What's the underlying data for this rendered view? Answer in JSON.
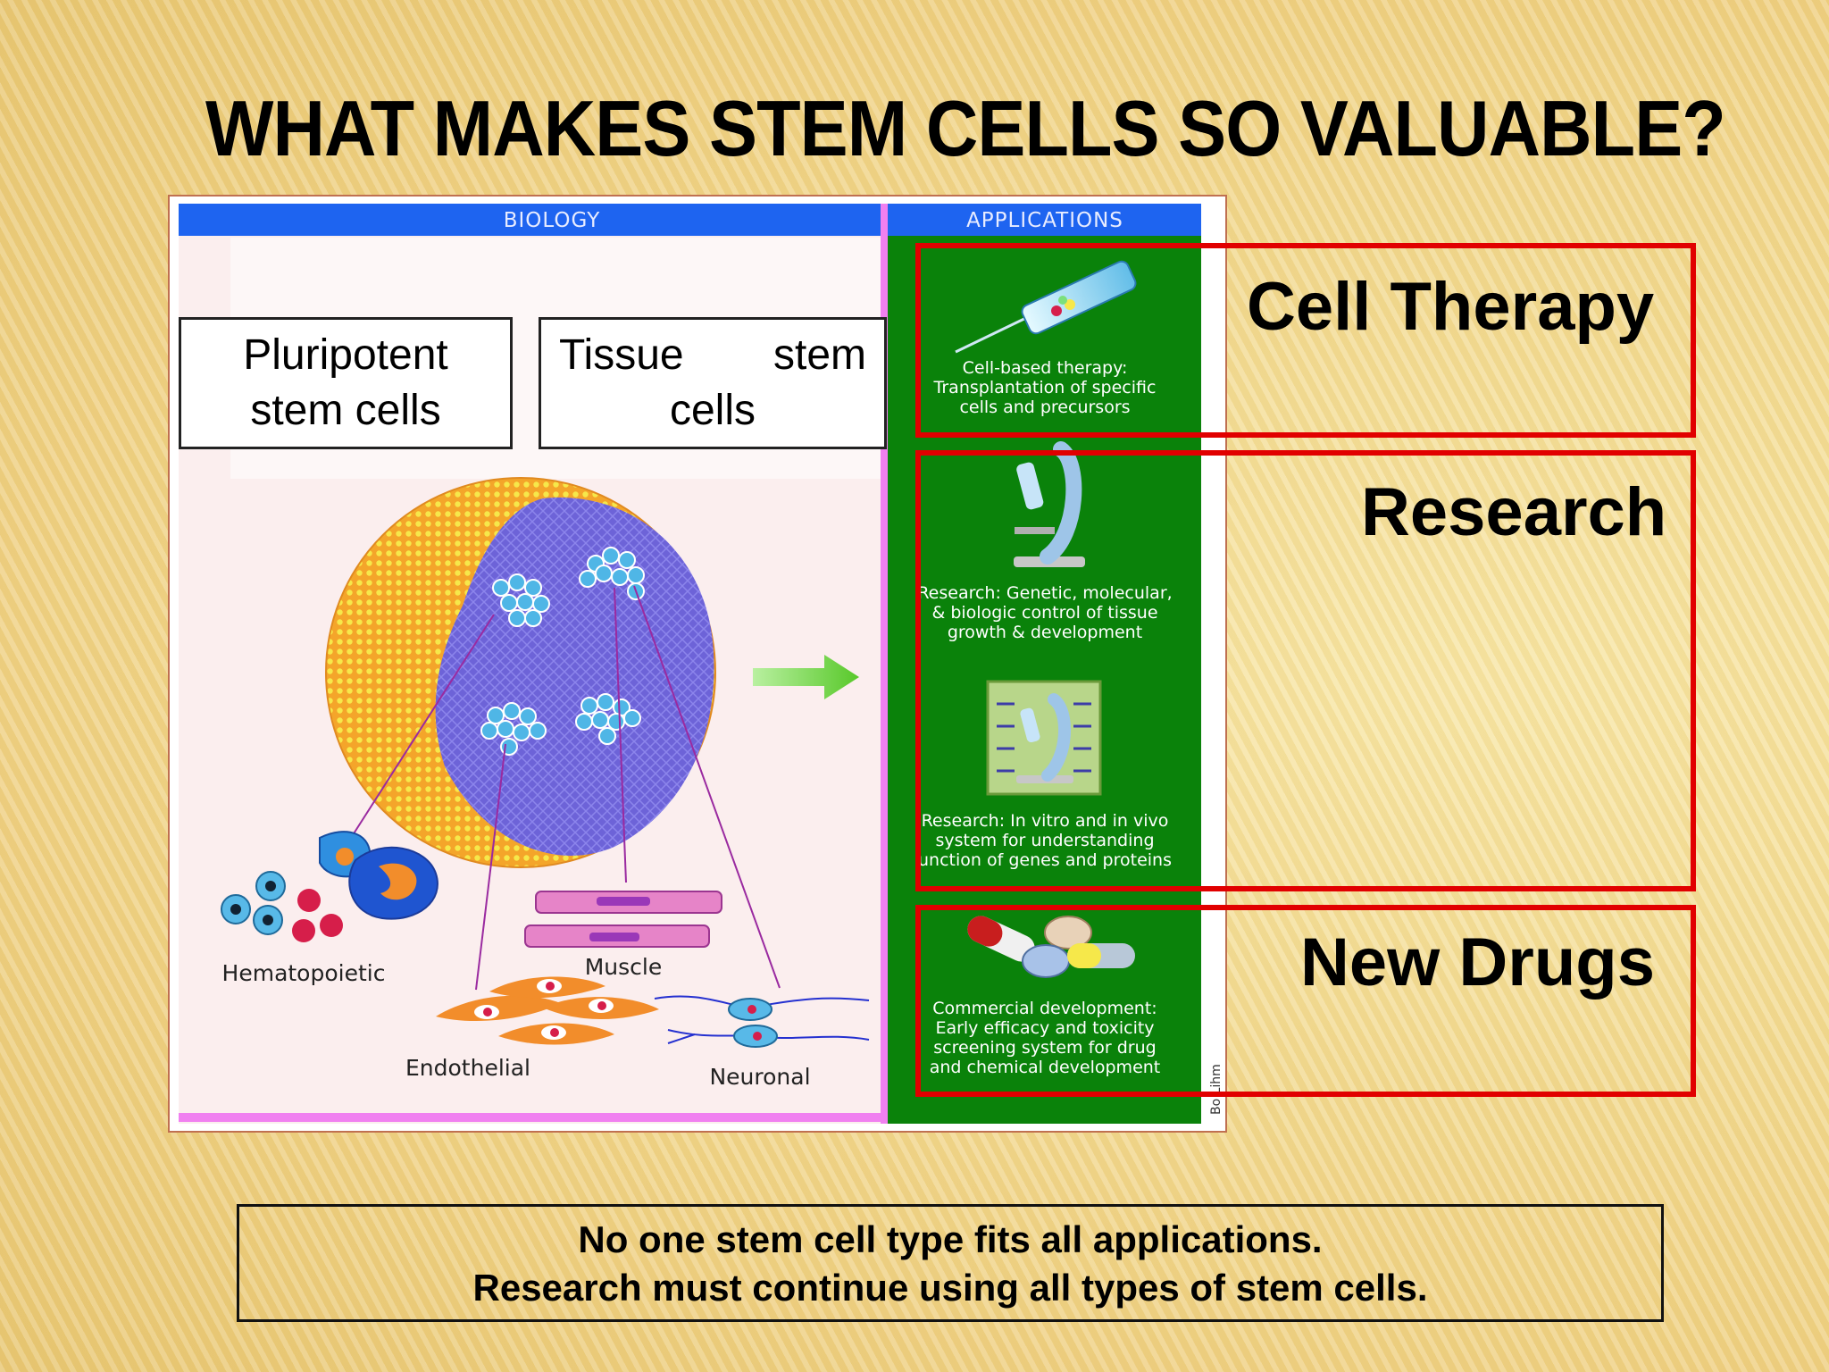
{
  "slide": {
    "title": "WHAT MAKES STEM CELLS SO VALUABLE?"
  },
  "figure": {
    "biology_header": "BIOLOGY",
    "applications_header": "APPLICATIONS",
    "cell_labels": {
      "hematopoietic": "Hematopoietic",
      "muscle": "Muscle",
      "endothelial": "Endothelial",
      "neuronal": "Neuronal"
    },
    "credit": "Bo Lihm",
    "applications": {
      "therapy_caption": [
        "Cell-based therapy:",
        "Transplantation of specific",
        "cells and precursors"
      ],
      "research1_caption": [
        "Research: Genetic, molecular,",
        "& biologic control of tissue",
        "growth & development"
      ],
      "research2_caption": [
        "Research: In vitro and in vivo",
        "system for understanding",
        "unction of genes and proteins"
      ],
      "drugs_caption": [
        "Commercial development:",
        "Early efficacy and toxicity",
        "screening system for drug",
        "and chemical development"
      ]
    }
  },
  "labels": {
    "pluripotent": [
      "Pluripotent",
      "stem cells"
    ],
    "tissue": [
      "Tissue",
      "stem",
      "cells"
    ]
  },
  "applications": {
    "cell_therapy": "Cell Therapy",
    "research": "Research",
    "new_drugs": "New Drugs"
  },
  "footer": {
    "line1": "No one stem cell type fits all applications.",
    "line2": "Research must continue using all types of stem cells."
  },
  "colors": {
    "header_blue": "#1e64f0",
    "app_green": "#0a820a",
    "highlight_red": "#e10000",
    "border_magenta": "#f080f0"
  }
}
